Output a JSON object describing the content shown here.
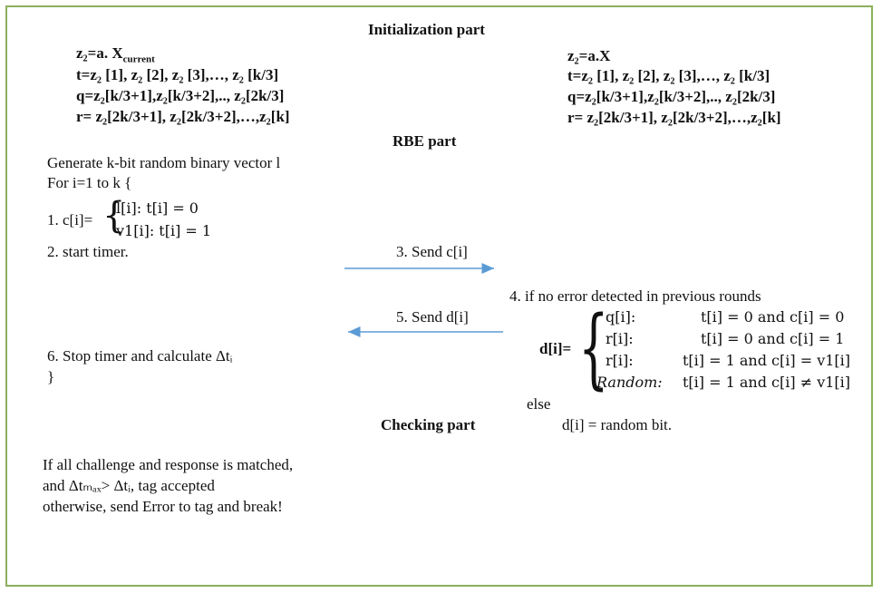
{
  "colors": {
    "border": "#8ab05a",
    "arrow": "#5b9bd5"
  },
  "headings": {
    "init": "Initialization part",
    "rbe": "RBE part",
    "checking": "Checking part"
  },
  "init_left": {
    "z2_line": "z₂=a. X",
    "z2_sub": "current",
    "t_line": "t=z₂ [1], z₂ [2], z₂ [3],…, z₂ [k/3]",
    "q_line": "q=z₂[k/3+1],z₂[k/3+2],.., z₂[2k/3]",
    "r_line": "r= z₂[2k/3+1], z₂[2k/3+2],…,z₂[k]"
  },
  "init_right": {
    "z2_line": "z₂=a.X",
    "t_line": "t=z₂ [1], z₂ [2], z₂ [3],…, z₂ [k/3]",
    "q_line": "q=z₂[k/3+1],z₂[k/3+2],.., z₂[2k/3]",
    "r_line": "r= z₂[2k/3+1], z₂[2k/3+2],…,z₂[k]"
  },
  "reader": {
    "generate": "Generate k-bit random binary vector l",
    "for_loop": "For i=1 to k {",
    "step1_prefix": "1. c[i]=",
    "step1_case1": "l[i]:      t[i] = 0",
    "step1_case2": "v1[i]:    t[i] = 1",
    "step2": "2. start timer.",
    "step6": "6. Stop timer and calculate Δtᵢ",
    "close_brace": "}"
  },
  "messages": {
    "send_c": "3. Send c[i]",
    "send_d": "5. Send d[i]"
  },
  "tag": {
    "step4": "4. if no error detected in previous rounds",
    "d_prefix": "d[i]=",
    "cases": [
      {
        "value": "q[i]:",
        "cond": "t[i] = 0 and c[i] = 0"
      },
      {
        "value": "r[i]:",
        "cond": "t[i] = 0 and c[i] = 1"
      },
      {
        "value": "r[i]:",
        "cond": "t[i] = 1 and c[i] = v1[i]"
      },
      {
        "value": "Random:",
        "cond": "t[i] = 1 and c[i] ≠ v1[i]"
      }
    ],
    "else": "else",
    "else_result": "d[i] = random bit."
  },
  "checking": {
    "line1": "If all challenge and response is matched,",
    "line2": "and Δtₘₐₓ> Δtᵢ, tag accepted",
    "line3": "otherwise, send Error to tag and break!"
  }
}
